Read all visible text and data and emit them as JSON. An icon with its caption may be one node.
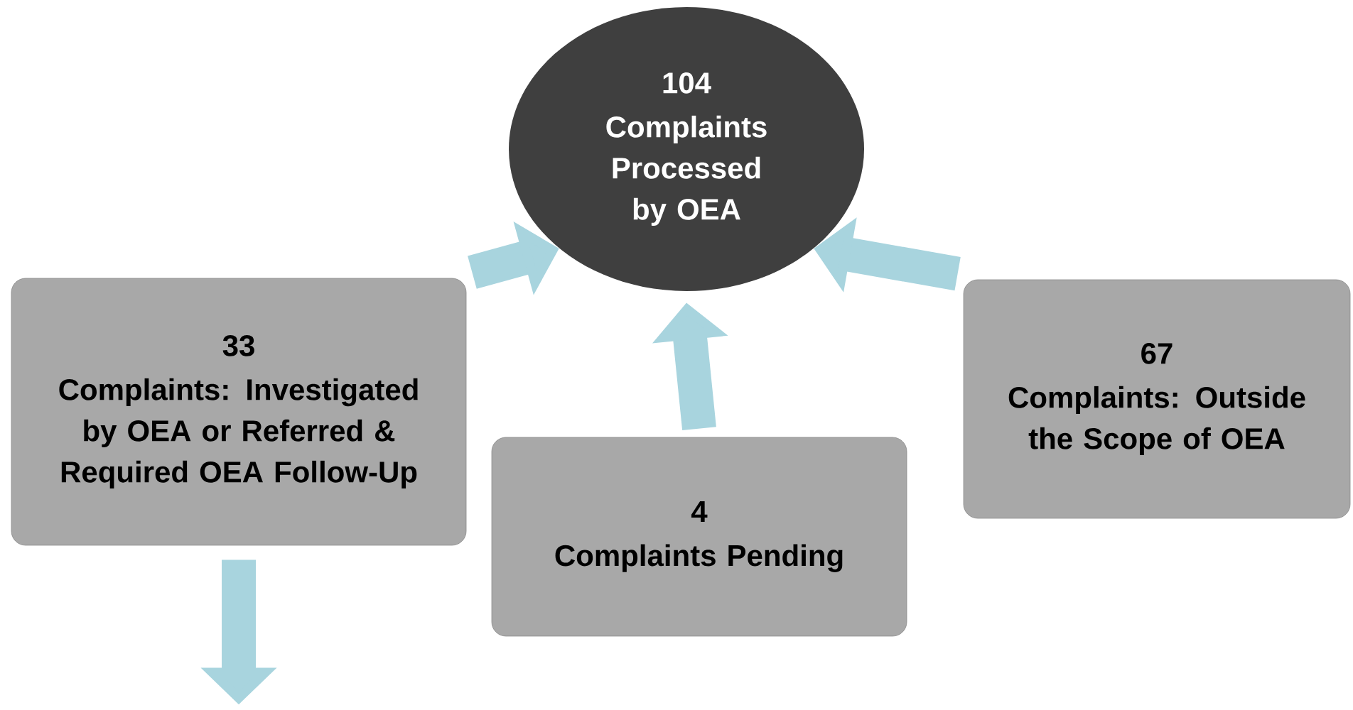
{
  "diagram": {
    "nodes": [
      {
        "text": [
          "104",
          "Complaints Processed by OEA"
        ]
      },
      {
        "text": [
          "33",
          "Complaints: Investigated by OEA or Referred & Required OEA Follow-Up"
        ]
      },
      {
        "text": [
          "4",
          "Complaints Pending"
        ]
      },
      {
        "text": [
          "67",
          "Complaints: Outside the Scope of OEA"
        ]
      }
    ],
    "edges": [
      {
        "from": 1,
        "to": 0,
        "arrow": "to"
      },
      {
        "from": 2,
        "to": 0,
        "arrow": "to"
      },
      {
        "from": 3,
        "to": 0,
        "arrow": "to"
      },
      {
        "from": 1,
        "to": null,
        "arrow": "to"
      }
    ]
  }
}
